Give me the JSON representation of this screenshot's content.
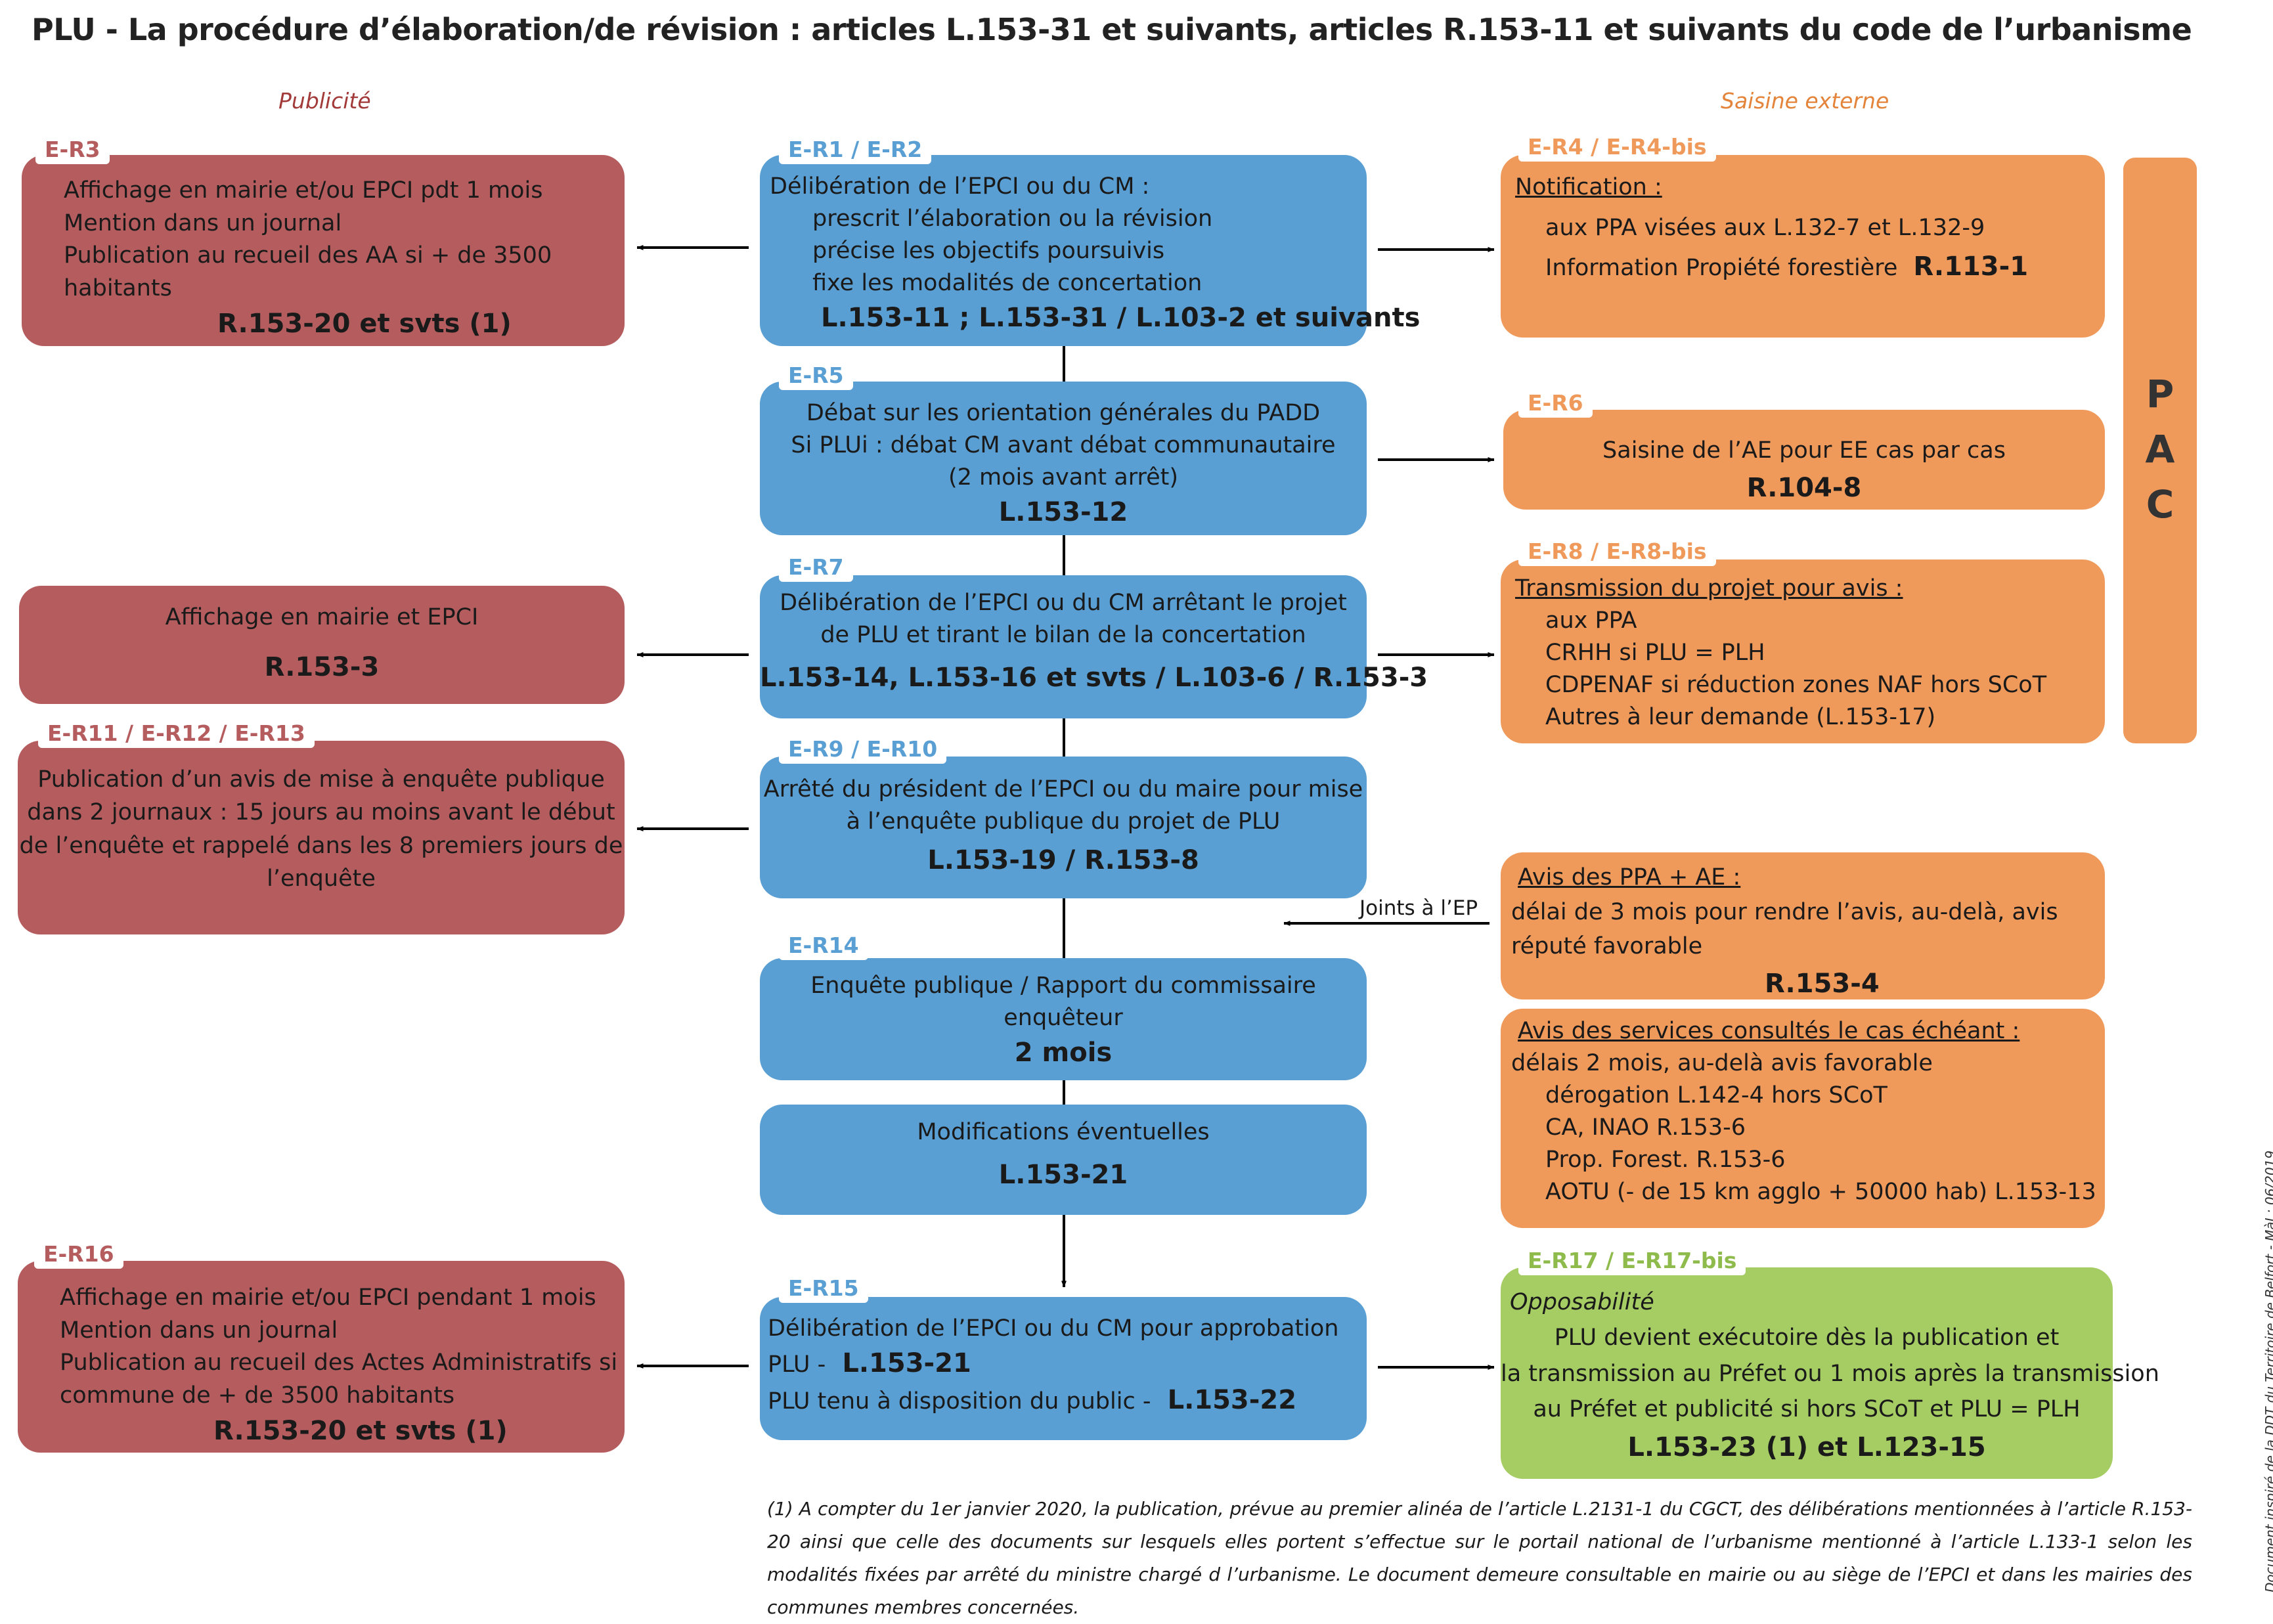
{
  "title": "PLU - La procédure d’élaboration/de révision : articles L.153-31 et suivants, articles R.153-11 et suivants du code de l’urbanisme",
  "col_left": "Publicité",
  "col_right": "Saisine externe",
  "colors": {
    "red": "#b55d5e",
    "blue": "#5a9fd3",
    "orange": "#ef9a5b",
    "green": "#a6cd63",
    "left_header": "#a23a3a",
    "right_header": "#e3843a"
  },
  "left": {
    "er3": {
      "tag": "E-R3",
      "l1": "Affichage en mairie et/ou EPCI pdt 1 mois",
      "l2": "Mention dans un journal",
      "l3": "Publication au recueil des AA si + de 3500",
      "l4": "habitants",
      "ref": "R.153-20 et svts (1)"
    },
    "aff": {
      "l1": "Affichage en mairie et EPCI",
      "ref": "R.153-3"
    },
    "er11": {
      "tag": "E-R11 / E-R12 / E-R13",
      "l1": "Publication d’un avis de mise à enquête publique",
      "l2": "dans 2 journaux : 15 jours au moins avant le début",
      "l3": "de l’enquête et rappelé dans les 8 premiers jours de",
      "l4": "l’enquête"
    },
    "er16": {
      "tag": "E-R16",
      "l1": "Affichage en mairie et/ou EPCI pendant 1 mois",
      "l2": "Mention dans un journal",
      "l3": "Publication au recueil des Actes Administratifs si",
      "l4": "commune de + de 3500 habitants",
      "ref": "R.153-20 et svts (1)"
    }
  },
  "center": {
    "er1": {
      "tag": "E-R1 / E-R2",
      "l1": "Délibération de l’EPCI ou du CM :",
      "l2": "prescrit l’élaboration ou la révision",
      "l3": "précise les objectifs poursuivis",
      "l4": "fixe les modalités de concertation",
      "ref": "L.153-11 ; L.153-31 / L.103-2 et suivants"
    },
    "er5": {
      "tag": "E-R5",
      "l1": "Débat sur les orientation générales du PADD",
      "l2": "Si PLUi : débat CM avant débat communautaire",
      "l3": "(2 mois avant arrêt)",
      "ref": "L.153-12"
    },
    "er7": {
      "tag": "E-R7",
      "l1": "Délibération de l’EPCI ou du CM arrêtant le projet",
      "l2": "de PLU et tirant le bilan de la concertation",
      "ref": "L.153-14, L.153-16  et svts / L.103-6 / R.153-3"
    },
    "er9": {
      "tag": "E-R9 / E-R10",
      "l1": "Arrêté du président de l’EPCI ou du maire pour mise",
      "l2": "à l’enquête publique du projet de PLU",
      "ref": "L.153-19 / R.153-8"
    },
    "er14": {
      "tag": "E-R14",
      "l1": "Enquête publique / Rapport du commissaire",
      "l2": "enquêteur",
      "ref": "2 mois"
    },
    "mod": {
      "l1": "Modifications éventuelles",
      "ref": "L.153-21"
    },
    "er15": {
      "tag": "E-R15",
      "l1": "Délibération de l’EPCI ou du CM pour approbation",
      "l2a": "PLU - ",
      "l2b": "L.153-21",
      "l3a": "PLU tenu à disposition du public - ",
      "l3b": "L.153-22"
    }
  },
  "right": {
    "er4": {
      "tag": "E-R4 / E-R4-bis",
      "l1": "Notification :",
      "l2": "aux PPA visées aux L.132-7 et L.132-9",
      "l3": "Information Propiété forestière",
      "ref": "R.113-1"
    },
    "er6": {
      "tag": "E-R6",
      "l1": "Saisine de l’AE pour EE cas par cas",
      "ref": "R.104-8"
    },
    "er8": {
      "tag": "E-R8 / E-R8-bis",
      "l1": "Transmission du projet pour avis :",
      "l2": "aux PPA",
      "l3": "CRHH si PLU = PLH",
      "l4": "CDPENAF si réduction zones NAF hors SCoT",
      "l5": "Autres à leur demande (L.153-17)"
    },
    "avis": {
      "l1": "Avis des PPA + AE :",
      "l2": "délai de 3 mois pour rendre l’avis, au-delà, avis",
      "l3": "réputé favorable",
      "ref": "R.153-4"
    },
    "joints": "Joints à l’EP",
    "services": {
      "l1": "Avis des services consultés le cas échéant :",
      "l2": "délais 2 mois, au-delà avis favorable",
      "l3": "dérogation L.142-4 hors SCoT",
      "l4": "CA, INAO R.153-6",
      "l5": "Prop. Forest. R.153-6",
      "l6": "AOTU (- de 15 km agglo + 50000 hab) L.153-13"
    },
    "er17": {
      "tag": "E-R17 / E-R17-bis",
      "l1": "Opposabilité",
      "l2": "PLU devient exécutoire dès la publication et",
      "l3": "la transmission au Préfet ou 1 mois après la transmission",
      "l4": "au Préfet et publicité si hors SCoT et PLU = PLH",
      "ref": "L.153-23 (1) et L.123-15"
    }
  },
  "pac": {
    "p": "P",
    "a": "A",
    "c": "C"
  },
  "footnote": "(1) A compter du 1er janvier 2020, la publication, prévue au premier alinéa de l’article L.2131-1 du CGCT, des délibérations mentionnées à l’article R.153-20 ainsi que celle des documents sur lesquels elles portent s’effectue sur le portail national de l’urbanisme mentionné à l’article L.133-1 selon les modalités fixées par arrêté du ministre chargé d l’urbanisme. Le document demeure consultable en mairie ou au siège de l’EPCI et dans les mairies des communes membres concernées.",
  "side_note": "Document inspiré de la DDT du Territoire de Belfort - MàJ : 06/2019"
}
